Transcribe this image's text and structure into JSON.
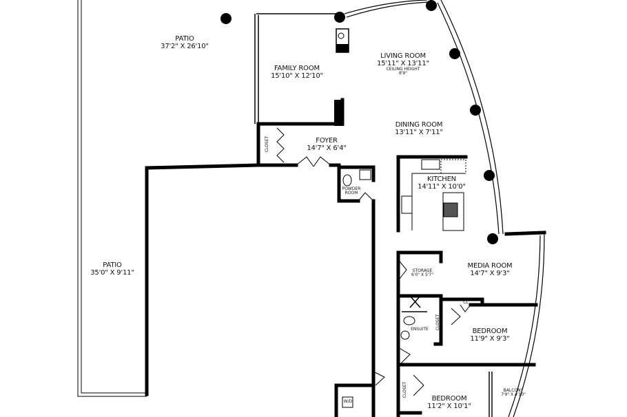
{
  "rooms": {
    "patio_upper": {
      "name": "PATIO",
      "dims": "37'2\" X 26'10\""
    },
    "patio_lower": {
      "name": "PATIO",
      "dims": "35'0\" X 9'11\""
    },
    "family_room": {
      "name": "FAMILY ROOM",
      "dims": "15'10\" X 12'10\""
    },
    "living_room": {
      "name": "LIVING ROOM",
      "dims": "15'11\" X 13'11\"",
      "note": "CEILING HEIGHT",
      "note_value": "8'9\""
    },
    "dining_room": {
      "name": "DINING ROOM",
      "dims": "13'11\" X 7'11\""
    },
    "foyer": {
      "name": "FOYER",
      "dims": "14'7\" X 6'4\""
    },
    "closet_foyer": {
      "name": "CLOSET"
    },
    "powder_room": {
      "name": "POWDER",
      "name2": "ROOM"
    },
    "kitchen": {
      "name": "KITCHEN",
      "dims": "14'11\" X 10'0\""
    },
    "media_room": {
      "name": "MEDIA ROOM",
      "dims": "14'7\" X 9'3\""
    },
    "storage": {
      "name": "STORAGE",
      "dims": "6'0\" X 5'7\""
    },
    "ensuite": {
      "name": "ENSUITE"
    },
    "cl": {
      "name": "CL"
    },
    "closet_bed1": {
      "name": "CLOSET"
    },
    "bedroom1": {
      "name": "BEDROOM",
      "dims": "11'9\" X 9'3\""
    },
    "closet_bed2": {
      "name": "CLOSET"
    },
    "bedroom2": {
      "name": "BEDROOM",
      "dims": "11'2\" X 10'1\""
    },
    "balcony": {
      "name": "BALCONY",
      "dims": "7'9\" X 4'10\""
    },
    "laundry": {
      "name": "W/D"
    }
  },
  "colors": {
    "wall": "#000000",
    "background": "#ffffff"
  }
}
